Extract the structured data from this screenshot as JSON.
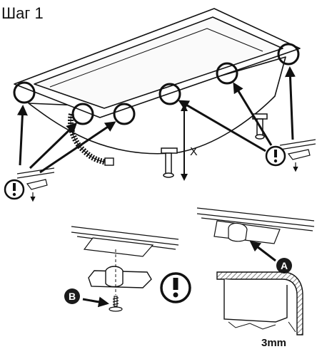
{
  "step_title": "Шаг 1",
  "dimension_label": "X",
  "callouts": {
    "a": "A",
    "b": "B"
  },
  "gap_label": "3mm",
  "colors": {
    "ink": "#111111",
    "fill": "#ffffff",
    "hatch": "#555555",
    "badge": "#1a1a1a",
    "badge_text": "#ffffff"
  }
}
